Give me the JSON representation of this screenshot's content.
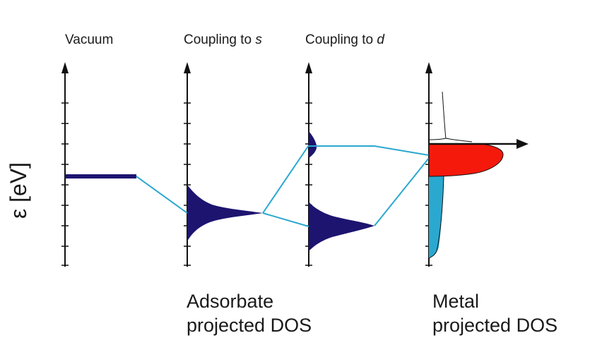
{
  "columns": [
    {
      "title": "Vacuum",
      "italic": ""
    },
    {
      "title": "Coupling to ",
      "italic": "s"
    },
    {
      "title": "Coupling to ",
      "italic": "d"
    }
  ],
  "y_axis_label": "ε [eV]",
  "bottom_labels": {
    "adsorbate_line1": "Adsorbate",
    "adsorbate_line2": "projected DOS",
    "metal_line1": "Metal",
    "metal_line2": "projected DOS"
  },
  "colors": {
    "axis": "#111111",
    "adsorbate_dos": "#1d1470",
    "connector": "#2ba8cf",
    "metal_occupied": "#2ba8cf",
    "metal_antibonding": "#f5190c",
    "text": "#1a1a1a"
  }
}
